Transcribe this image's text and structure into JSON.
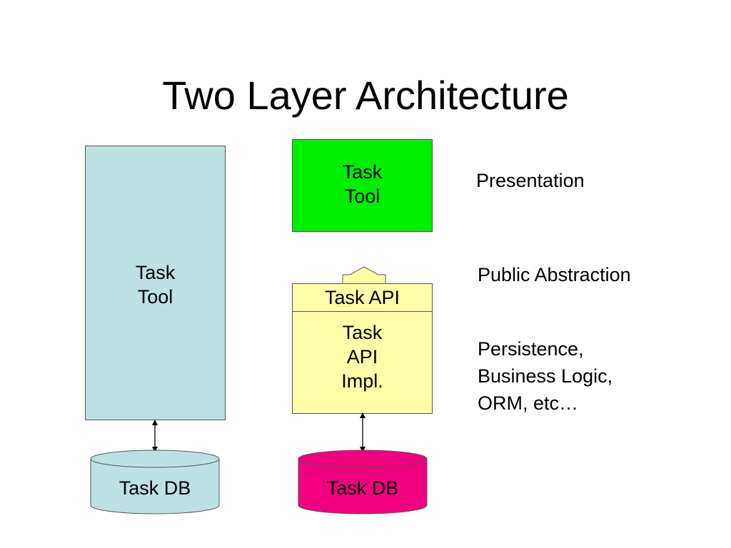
{
  "title": "Two Layer Architecture",
  "left_stack": {
    "tool_label": "Task\nTool",
    "db_label": "Task DB",
    "tool_color": "#bde0e3",
    "db_color": "#bde0e3"
  },
  "right_stack": {
    "presentation_label": "Task\nTool",
    "presentation_color": "#00ee00",
    "api_label": "Task API",
    "impl_label": "Task\nAPI\nImpl.",
    "api_color": "#ffffa8",
    "db_label": "Task DB",
    "db_color": "#f0007f"
  },
  "layers": {
    "presentation": "Presentation",
    "public_abstraction": "Public Abstraction",
    "persistence": "Persistence,\nBusiness Logic,\nORM, etc…"
  }
}
